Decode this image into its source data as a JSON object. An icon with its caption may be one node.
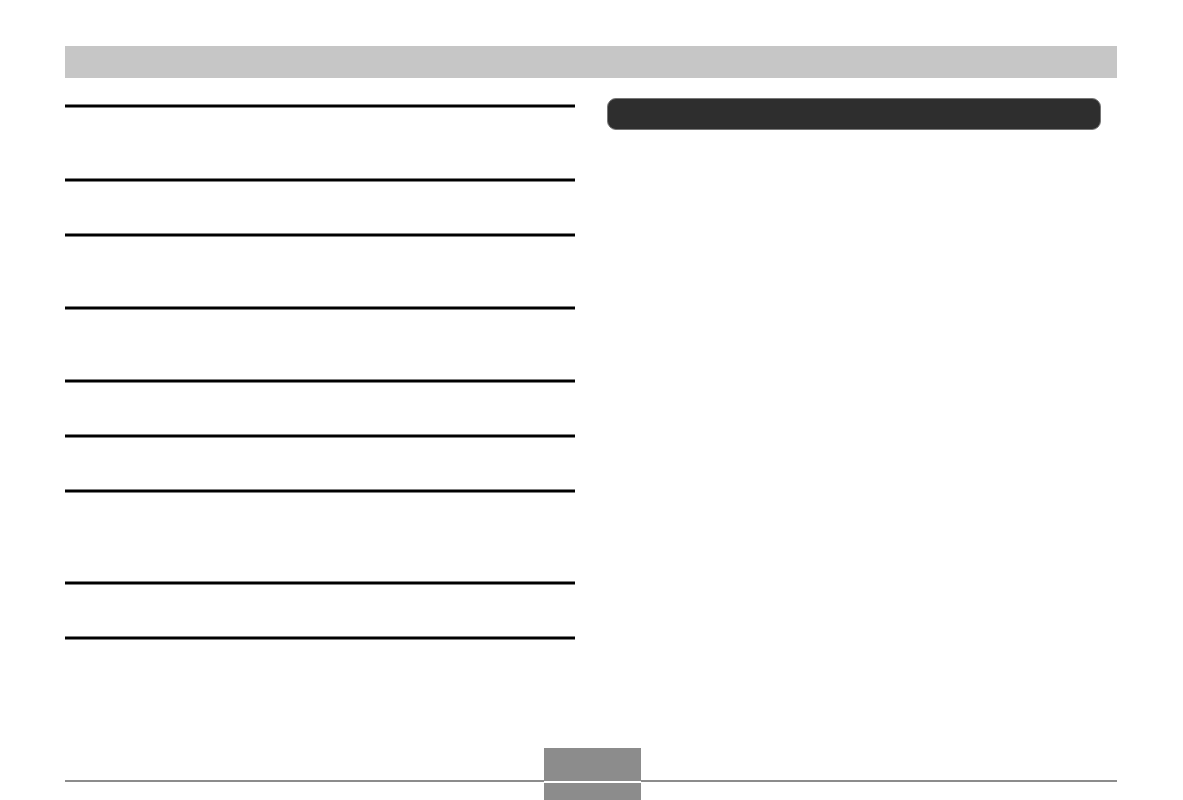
{
  "diagram": {
    "nodes": [
      {
        "text": [],
        "shape": "bar"
      },
      {
        "text": [],
        "shape": "bar"
      },
      {
        "text": [],
        "shape": "box"
      }
    ]
  }
}
